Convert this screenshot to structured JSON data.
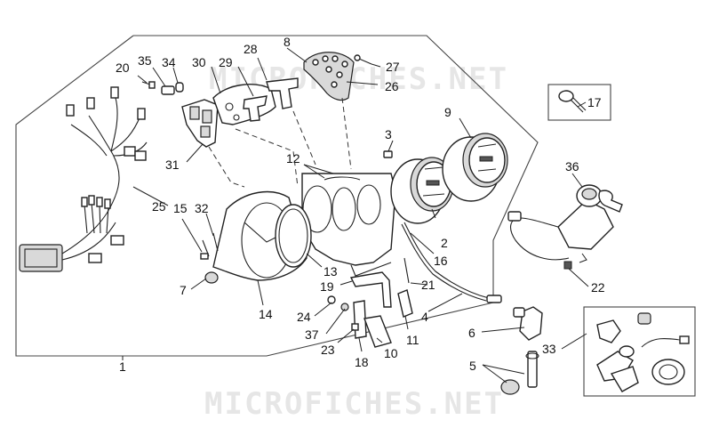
{
  "watermark": "MICROFICHES.NET",
  "labels": {
    "l1": "1",
    "l2": "2",
    "l3": "3",
    "l4": "4",
    "l5": "5",
    "l6": "6",
    "l7": "7",
    "l8": "8",
    "l9": "9",
    "l10": "10",
    "l11": "11",
    "l12": "12",
    "l13": "13",
    "l14": "14",
    "l15": "15",
    "l16": "16",
    "l17": "17",
    "l18": "18",
    "l19": "19",
    "l20": "20",
    "l21": "21",
    "l22": "22",
    "l23": "23",
    "l24": "24",
    "l25": "25",
    "l26": "26",
    "l27": "27",
    "l28": "28",
    "l29": "29",
    "l30": "30",
    "l31": "31",
    "l32": "32",
    "l33": "33",
    "l34": "34",
    "l35": "35",
    "l36": "36",
    "l37": "37"
  }
}
